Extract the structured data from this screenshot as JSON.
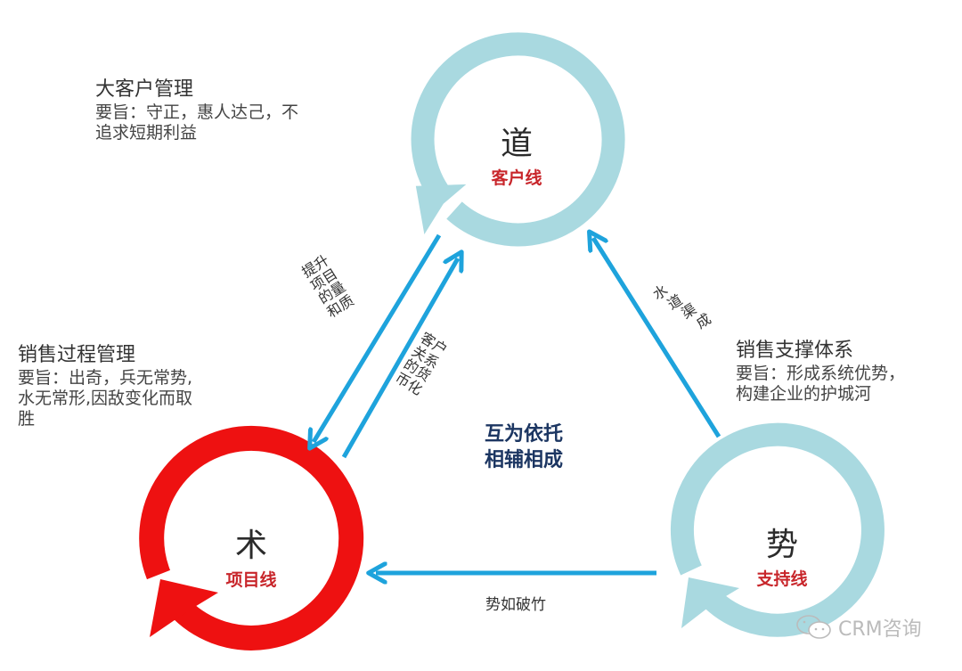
{
  "colors": {
    "ring_light": "#a9d9e0",
    "ring_red": "#ee1111",
    "arrow_blue": "#1ea3dc",
    "motto": "#1c3662",
    "sub_red": "#c8262b"
  },
  "nodes": {
    "dao": {
      "char": "道",
      "sub": "客户线"
    },
    "shu": {
      "char": "术",
      "sub": "项目线"
    },
    "shi": {
      "char": "势",
      "sub": "支持线"
    }
  },
  "blocks": {
    "key_account": {
      "title": "大客户管理",
      "line1": "要旨：守正，惠人达己，不",
      "line2": "追求短期利益"
    },
    "sales_process": {
      "title": "销售过程管理",
      "line1": "要旨：出奇，兵无常势,",
      "line2": "水无常形,因敌变化而取",
      "line3": "胜"
    },
    "sales_support": {
      "title": "销售支撑体系",
      "line1": "要旨：形成系统优势，",
      "line2": "构建企业的护城河"
    }
  },
  "edges": {
    "dao_to_shu": [
      "提升",
      "项目",
      "的量",
      "和质"
    ],
    "shu_to_dao": [
      "客户",
      "关系",
      "的货",
      "币化"
    ],
    "shi_to_dao": [
      "水",
      "道",
      "渠",
      "成"
    ],
    "shi_to_shu": "势如破竹"
  },
  "motto": {
    "line1": "互为依托",
    "line2": "相辅相成"
  },
  "watermark": {
    "icon": "wechat-icon",
    "text": "CRM咨询"
  }
}
